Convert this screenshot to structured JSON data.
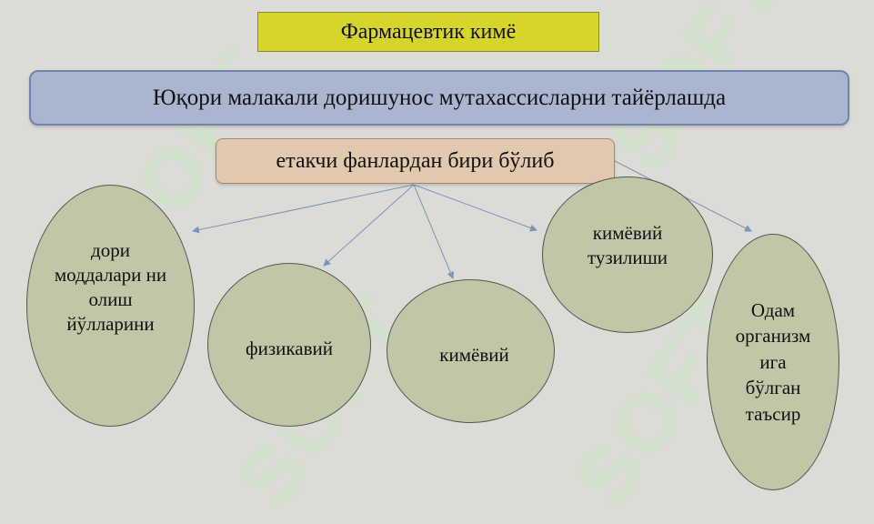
{
  "title": "Фармацевтик кимё",
  "main_statement": "Юқори малакали доришунос мутахассисларни тайёрлашда",
  "sub_statement": "етакчи фанлардан бири бўлиб",
  "watermark": "SOFT",
  "nodes": [
    {
      "label": "дори моддалари ни олиш йўлларини"
    },
    {
      "label": "физикавий"
    },
    {
      "label": "кимёвий"
    },
    {
      "label": "кимёвий тузилиши"
    },
    {
      "label": "Одам организм ига бўлган таъсир"
    }
  ],
  "colors": {
    "background": "#dcdcd6",
    "title_fill": "#d6d62a",
    "main_fill": "#aab6cf",
    "sub_fill": "#e0c9ac",
    "node_fill": "#bfc7a7",
    "arrow": "#7f93b8"
  }
}
